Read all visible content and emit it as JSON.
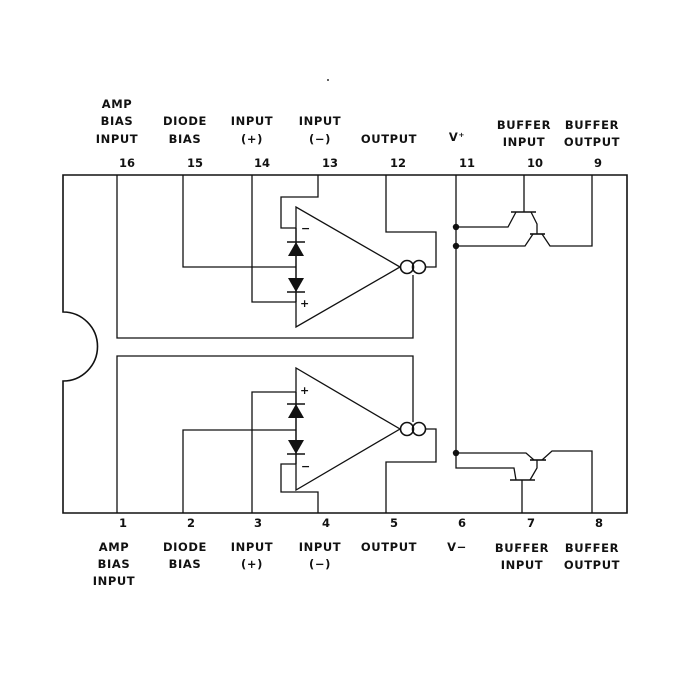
{
  "top_pins": [
    {
      "num": "16",
      "lines": [
        "AMP",
        "BIAS",
        "INPUT"
      ]
    },
    {
      "num": "15",
      "lines": [
        "DIODE",
        "BIAS"
      ]
    },
    {
      "num": "14",
      "lines": [
        "INPUT",
        "(+)"
      ]
    },
    {
      "num": "13",
      "lines": [
        "INPUT",
        "(−)"
      ]
    },
    {
      "num": "12",
      "lines": [
        "OUTPUT"
      ]
    },
    {
      "num": "11",
      "lines": [
        "V⁺"
      ]
    },
    {
      "num": "10",
      "lines": [
        "BUFFER",
        "INPUT"
      ]
    },
    {
      "num": "9",
      "lines": [
        "BUFFER",
        "OUTPUT"
      ]
    }
  ],
  "bottom_pins": [
    {
      "num": "1",
      "lines": [
        "AMP",
        "BIAS",
        "INPUT"
      ]
    },
    {
      "num": "2",
      "lines": [
        "DIODE",
        "BIAS"
      ]
    },
    {
      "num": "3",
      "lines": [
        "INPUT",
        "(+)"
      ]
    },
    {
      "num": "4",
      "lines": [
        "INPUT",
        "(−)"
      ]
    },
    {
      "num": "5",
      "lines": [
        "OUTPUT"
      ]
    },
    {
      "num": "6",
      "lines": [
        "V−"
      ]
    },
    {
      "num": "7",
      "lines": [
        "BUFFER",
        "INPUT"
      ]
    },
    {
      "num": "8",
      "lines": [
        "BUFFER",
        "OUTPUT"
      ]
    }
  ],
  "opamp_signs": {
    "minus": "−",
    "plus": "+"
  }
}
